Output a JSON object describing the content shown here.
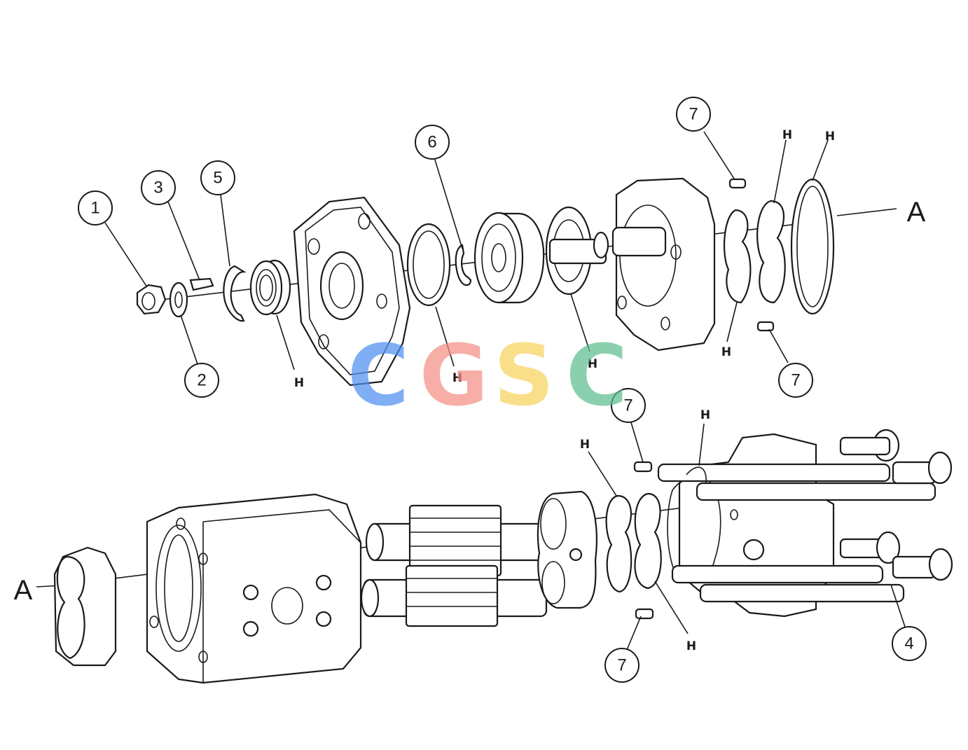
{
  "diagram": {
    "callouts": [
      "1",
      "2",
      "3",
      "5",
      "6",
      "7",
      "7",
      "7",
      "7",
      "4"
    ],
    "h_mark": "H",
    "section_ref": "A",
    "watermark": {
      "letters": [
        "C",
        "G",
        "S",
        "C"
      ],
      "colors": [
        "#4f8ff0",
        "#f38f84",
        "#f7d35e",
        "#5fbf8f"
      ]
    },
    "line_color": "#1a1a1a"
  }
}
